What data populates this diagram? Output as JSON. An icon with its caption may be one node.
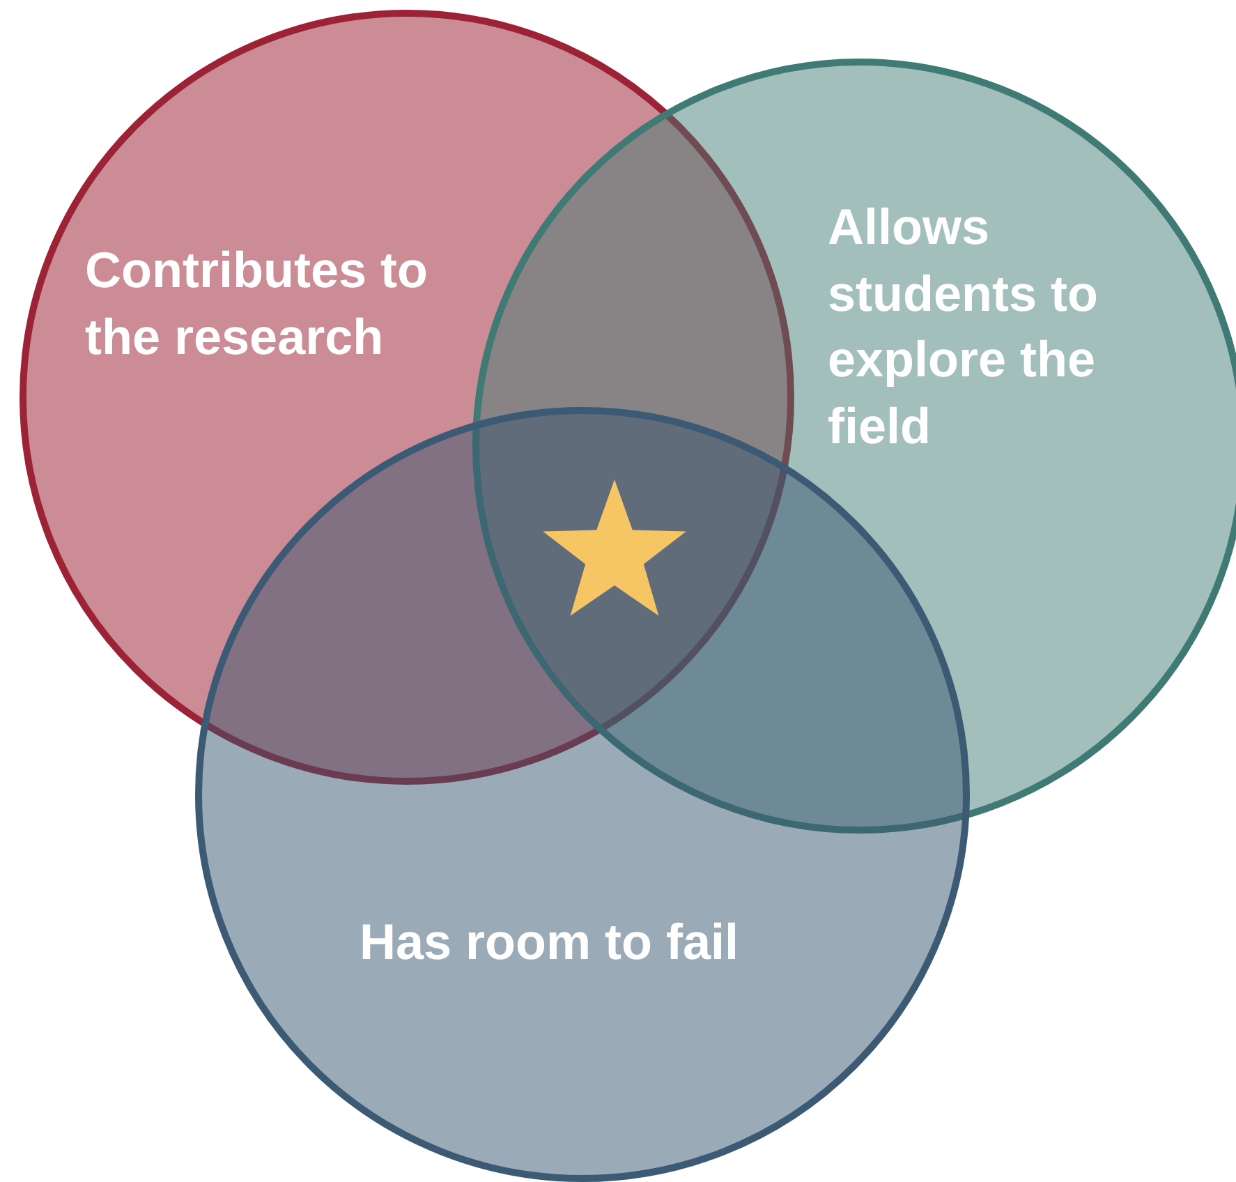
{
  "diagram": {
    "nodes": [
      {
        "text": [
          "Contributes to the research"
        ]
      },
      {
        "text": [
          "Allows students to explore the field"
        ]
      },
      {
        "text": [
          "Has room to fail"
        ]
      }
    ]
  }
}
